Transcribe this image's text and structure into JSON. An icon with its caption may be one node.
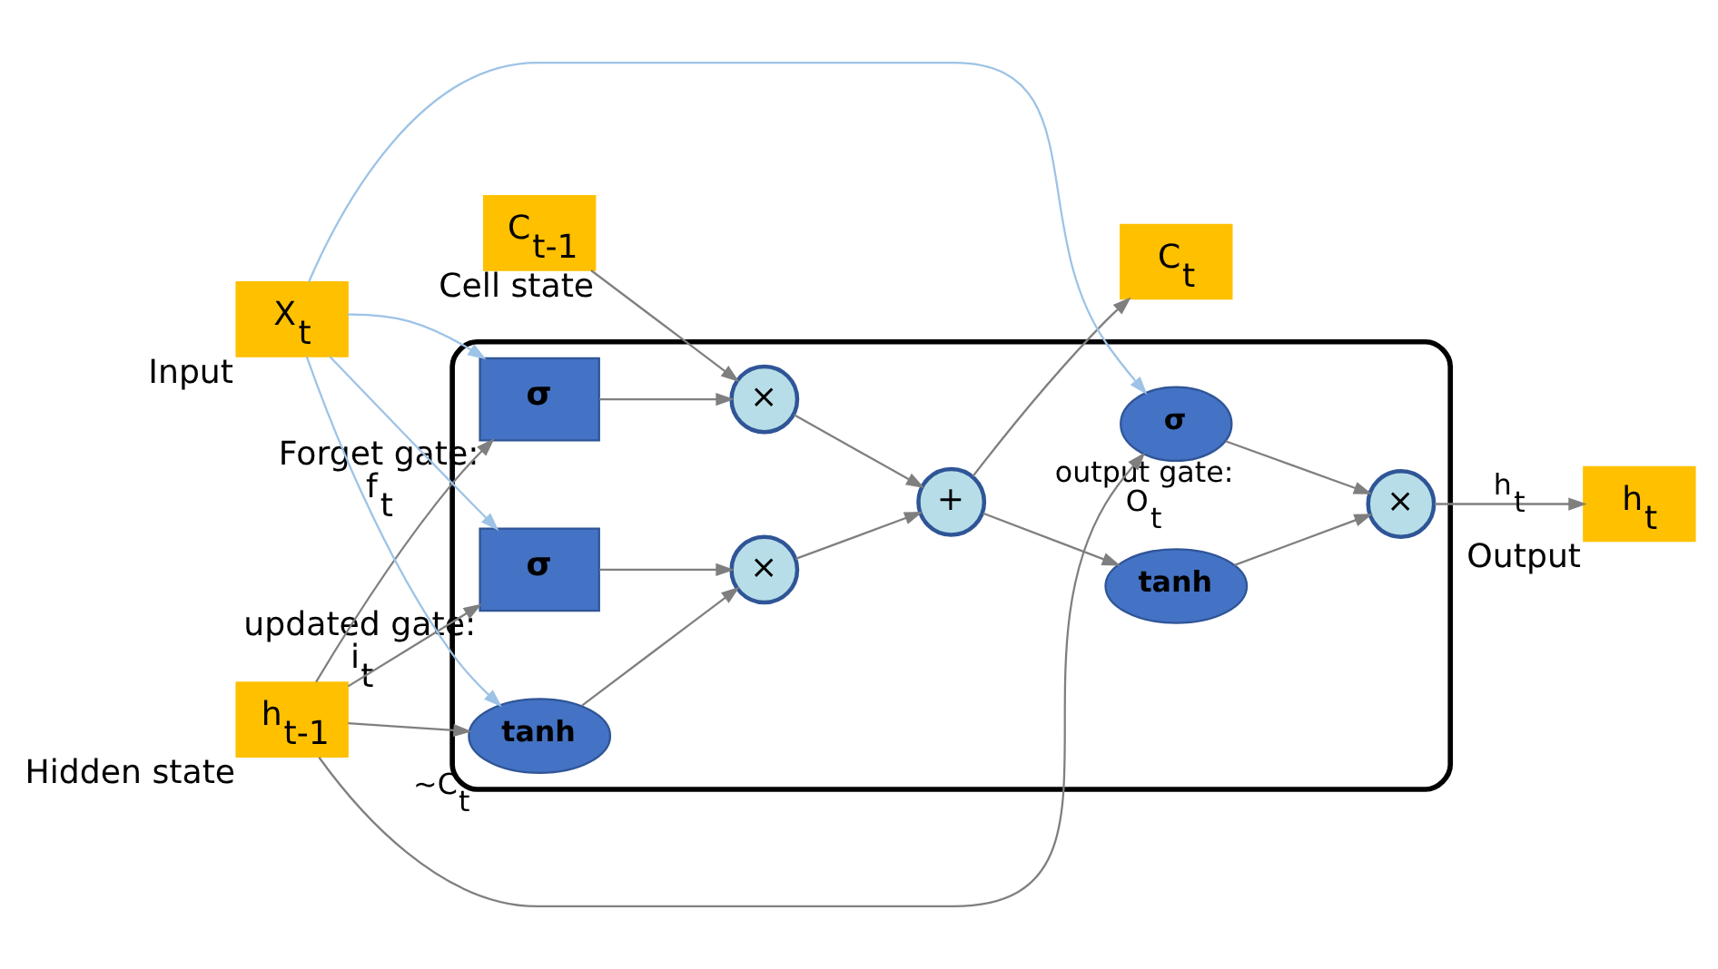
{
  "diagram": {
    "nodes": [
      {
        "text": [],
        "shape": "box"
      },
      {
        "text": [
          "C$_{t-1}$"
        ],
        "beside": [
          "Cell state"
        ]
      },
      {
        "text": [
          "h$_{t-1}$"
        ],
        "beside": [
          "Hidden state"
        ]
      },
      {
        "text": [
          "X$_{t}$"
        ],
        "beside": [
          "Input"
        ]
      },
      {
        "text": [
          "C$_{t}$"
        ]
      },
      {
        "text": [
          "h$_{t}$"
        ],
        "beside": [
          "Output"
        ]
      },
      {
        "text": [
          "×"
        ],
        "in": 0
      },
      {
        "text": [
          "+"
        ],
        "in": 0
      },
      {
        "text": [
          "×"
        ],
        "in": 0
      },
      {
        "text": [
          "tanh"
        ],
        "in": 0
      },
      {
        "text": [
          "×"
        ],
        "in": 0
      },
      {
        "text": [
          "σ"
        ],
        "in": 0,
        "beside": [
          "Forget gate:",
          "f$_{t}$"
        ]
      },
      {
        "text": [
          "σ"
        ],
        "in": 0,
        "beside": [
          "updated gate:",
          "i$_{t}$"
        ]
      },
      {
        "text": [
          "tanh"
        ],
        "in": 0,
        "beside": [
          "~C$_{t}$"
        ]
      },
      {
        "text": [
          "σ"
        ],
        "in": 0,
        "beside": [
          "output gate:",
          "O$_{t}$"
        ]
      }
    ],
    "edges": [
      {
        "from": 1,
        "to": 6,
        "arrow": "to"
      },
      {
        "from": 6,
        "to": 7,
        "arrow": "to"
      },
      {
        "from": 8,
        "to": 7,
        "arrow": "to"
      },
      {
        "from": 7,
        "to": 4,
        "arrow": "to"
      },
      {
        "from": 7,
        "to": 9,
        "arrow": "to"
      },
      {
        "from": 9,
        "to": 10,
        "arrow": "to"
      },
      {
        "from": 14,
        "to": 10,
        "arrow": "to"
      },
      {
        "from": 10,
        "to": 5,
        "arrow": "to",
        "label": "h$_{t}$"
      },
      {
        "from": 11,
        "to": 6,
        "arrow": "to"
      },
      {
        "from": 12,
        "to": 8,
        "arrow": "to"
      },
      {
        "from": 13,
        "to": 8,
        "arrow": "to"
      },
      {
        "from": 2,
        "to": 11,
        "arrow": "to"
      },
      {
        "from": 2,
        "to": 12,
        "arrow": "to"
      },
      {
        "from": 2,
        "to": 13,
        "arrow": "to"
      },
      {
        "from": 2,
        "to": 14,
        "arrow": "to"
      },
      {
        "from": 3,
        "to": 11,
        "arrow": "to",
        "color": "#9dc3e6"
      },
      {
        "from": 3,
        "to": 12,
        "arrow": "to",
        "color": "#9dc3e6"
      },
      {
        "from": 3,
        "to": 13,
        "arrow": "to",
        "color": "#9dc3e6"
      },
      {
        "from": 3,
        "to": 14,
        "arrow": "to",
        "color": "#9dc3e6"
      }
    ]
  }
}
